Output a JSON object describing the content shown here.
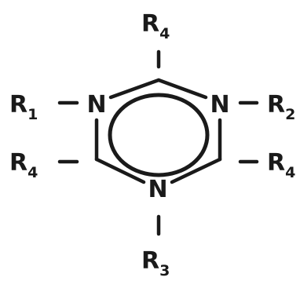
{
  "structure": {
    "ring_atoms": {
      "n1": "N",
      "n2": "N",
      "n3": "N"
    },
    "substituents": {
      "top": {
        "symbol": "R",
        "sub": "4"
      },
      "left_upper": {
        "symbol": "R",
        "sub": "1"
      },
      "right_upper": {
        "symbol": "R",
        "sub": "2"
      },
      "left_lower": {
        "symbol": "R",
        "sub": "4"
      },
      "right_lower": {
        "symbol": "R",
        "sub": "4"
      },
      "bottom": {
        "symbol": "R",
        "sub": "3"
      }
    },
    "colors": {
      "ink": "#1a1a1a",
      "background": "#ffffff"
    }
  }
}
